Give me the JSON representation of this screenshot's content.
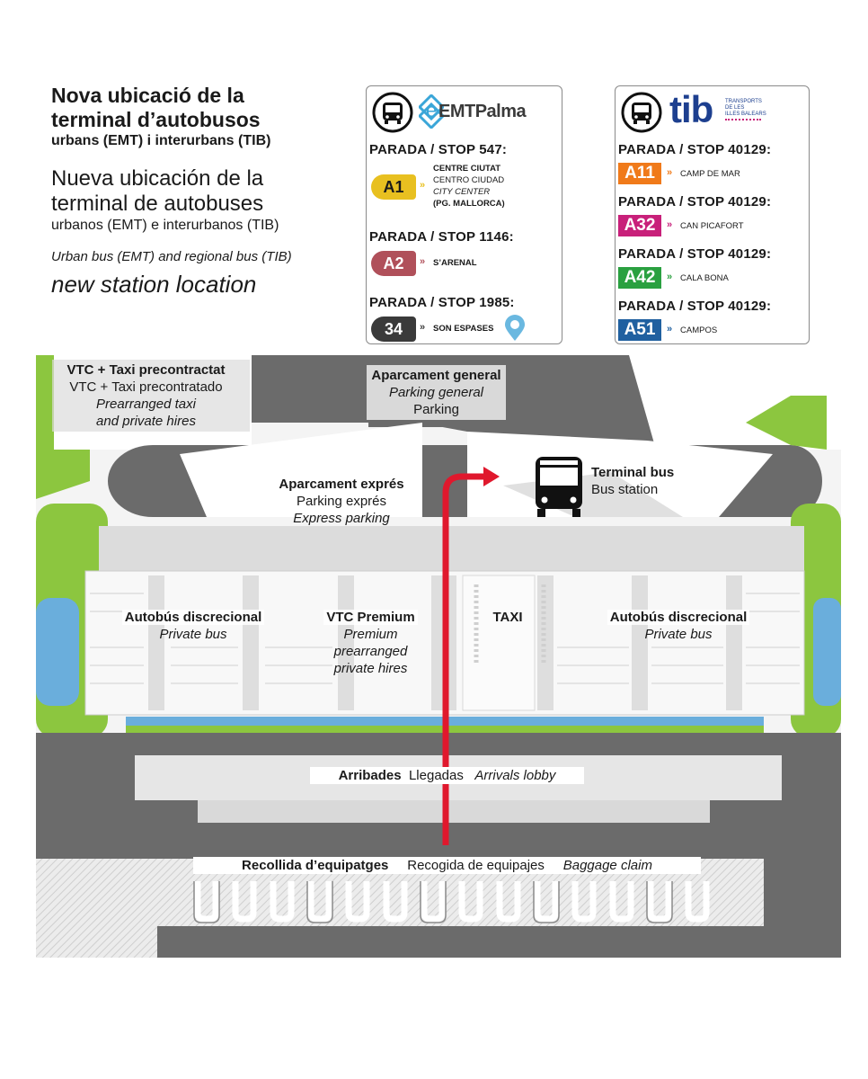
{
  "titles": {
    "catalan_line1": "Nova ubicació de la",
    "catalan_line2": "terminal d’autobusos",
    "catalan_line3": "urbans (EMT) i interurbans (TIB)",
    "spanish_line1": "Nueva ubicación de la",
    "spanish_line2": "terminal de autobuses",
    "spanish_line3": "urbanos (EMT) e interurbanos (TIB)",
    "english_line1": "Urban bus (EMT) and regional bus (TIB)",
    "english_line2": "new station location"
  },
  "emt_panel": {
    "brand": "EMTPalma",
    "brand_prefix": "e",
    "stops": [
      {
        "label": "PARADA / STOP 547:",
        "line": "A1",
        "color": "#e8c020",
        "text_color": "#1a1a1a",
        "dest": [
          "CENTRE CIUTAT",
          "CENTRO CIUDAD",
          "CITY CENTER",
          "(PG. MALLORCA)"
        ]
      },
      {
        "label": "PARADA / STOP 1146:",
        "line": "A2",
        "color": "#b0505a",
        "text_color": "#ffffff",
        "dest": [
          "S’ARENAL"
        ]
      },
      {
        "label": "PARADA / STOP 1985:",
        "line": "34",
        "color": "#3a3a3a",
        "text_color": "#ffffff",
        "dest": [
          "SON ESPASES"
        ]
      }
    ]
  },
  "tib_panel": {
    "brand": "tib",
    "brand_sub1": "TRANSPORTS",
    "brand_sub2": "DE LES",
    "brand_sub3": "ILLES BALEARS",
    "stops": [
      {
        "label": "PARADA / STOP 40129:",
        "line": "A11",
        "color": "#f07a1a",
        "dest": "CAMP DE MAR"
      },
      {
        "label": "PARADA / STOP 40129:",
        "line": "A32",
        "color": "#c8207a",
        "dest": "CAN PICAFORT"
      },
      {
        "label": "PARADA / STOP 40129:",
        "line": "A42",
        "color": "#2aa040",
        "dest": "CALA BONA"
      },
      {
        "label": "PARADA / STOP 40129:",
        "line": "A51",
        "color": "#2060a0",
        "dest": "CAMPOS"
      }
    ]
  },
  "map": {
    "vtc_taxi": {
      "ca": "VTC + Taxi precontractat",
      "es": "VTC + Taxi precontratado",
      "en1": "Prearranged taxi",
      "en2": "and private hires"
    },
    "parking_general": {
      "ca": "Aparcament general",
      "es": "Parking general",
      "en": "Parking"
    },
    "parking_express": {
      "ca": "Aparcament exprés",
      "es": "Parking exprés",
      "en": "Express parking"
    },
    "terminal_bus": {
      "ca": "Terminal bus",
      "es": "Bus station"
    },
    "private_bus_left": {
      "ca": "Autobús discrecional",
      "en": "Private bus"
    },
    "vtc_premium": {
      "ca": "VTC Premium",
      "en1": "Premium",
      "en2": "prearranged",
      "en3": "private hires"
    },
    "taxi": "TAXI",
    "private_bus_right": {
      "ca": "Autobús discrecional",
      "en": "Private bus"
    },
    "arrivals": {
      "ca": "Arribades",
      "es": "Llegadas",
      "en": "Arrivals lobby"
    },
    "baggage": {
      "ca": "Recollida d’equipatges",
      "es": "Recogida de equipajes",
      "en": "Baggage claim"
    }
  },
  "colors": {
    "route_arrow": "#e0182d",
    "grass": "#8cc63f",
    "water": "#6aaedc",
    "road": "#6b6b6b",
    "platform": "#d8d8d8"
  }
}
